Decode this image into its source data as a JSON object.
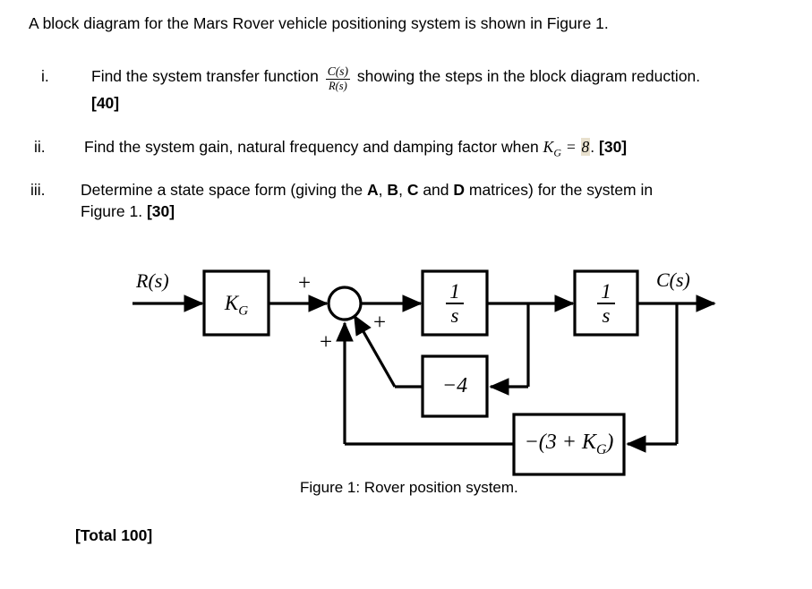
{
  "document": {
    "intro": "A block diagram for the Mars Rover vehicle positioning system is shown in Figure 1.",
    "questions": [
      {
        "number": "i.",
        "text_before": "Find the system transfer function",
        "fraction_numerator": "C(s)",
        "fraction_denominator": "R(s)",
        "text_after": "showing the steps in the block diagram reduction.",
        "marks": "[40]"
      },
      {
        "number": "ii.",
        "text_before": "Find the system gain, natural frequency and damping factor when",
        "symbol": "K",
        "symbol_sub": "G",
        "equals": "=",
        "value": "8",
        "period": ".",
        "marks": "[30]"
      },
      {
        "number": "iii.",
        "text_part1": "Determine a state space form (giving the",
        "matrix_a": "A",
        "sep1": ",",
        "matrix_b": "B",
        "sep2": ",",
        "matrix_c": "C",
        "and": "and",
        "matrix_d": "D",
        "text_part2": "matrices) for the system in",
        "text_line2": "Figure 1.",
        "marks": "[30]"
      }
    ],
    "total": "[Total 100]",
    "figure_caption": "Figure 1: Rover position system."
  },
  "diagram": {
    "input_label": "R(s)",
    "output_label": "C(s)",
    "gain_block": {
      "symbol": "K",
      "sub": "G"
    },
    "integrator1": {
      "numerator": "1",
      "denominator": "s"
    },
    "integrator2": {
      "numerator": "1",
      "denominator": "s"
    },
    "feedback_inner": "−4",
    "feedback_outer": "−(3 + K",
    "feedback_outer_sub": "G",
    "feedback_outer_tail": ")",
    "summing_signs": [
      "+",
      "+",
      "+"
    ],
    "highlight_color": "#e8e0cd",
    "line_color": "#000000"
  }
}
